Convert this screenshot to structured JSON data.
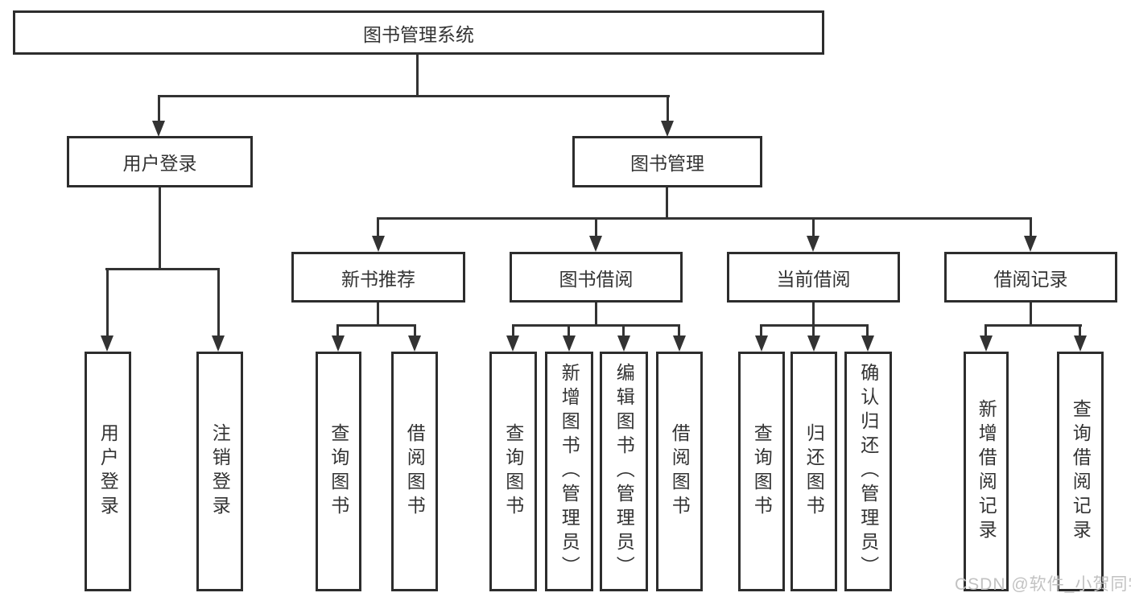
{
  "diagram": {
    "watermark": "CSDN @软件_小贺同学",
    "colors": {
      "line": "#333333",
      "border": "#2d2d2d",
      "box_fill": "#ffffff",
      "text": "#333333",
      "watermark": "#c2c2c2"
    },
    "tree": {
      "root": {
        "label": "图书管理系统"
      },
      "children": [
        {
          "label": "用户登录",
          "children": [
            {
              "label": "用户登录"
            },
            {
              "label": "注销登录"
            }
          ]
        },
        {
          "label": "图书管理",
          "children": [
            {
              "label": "新书推荐",
              "children": [
                {
                  "label": "查询图书"
                },
                {
                  "label": "借阅图书"
                }
              ]
            },
            {
              "label": "图书借阅",
              "children": [
                {
                  "label": "查询图书"
                },
                {
                  "label": "新增图书（管理员）"
                },
                {
                  "label": "编辑图书（管理员）"
                },
                {
                  "label": "借阅图书"
                }
              ]
            },
            {
              "label": "当前借阅",
              "children": [
                {
                  "label": "查询图书"
                },
                {
                  "label": "归还图书"
                },
                {
                  "label": "确认归还（管理员）"
                }
              ]
            },
            {
              "label": "借阅记录",
              "children": [
                {
                  "label": "新增借阅记录"
                },
                {
                  "label": "查询借阅记录"
                }
              ]
            }
          ]
        }
      ]
    }
  }
}
